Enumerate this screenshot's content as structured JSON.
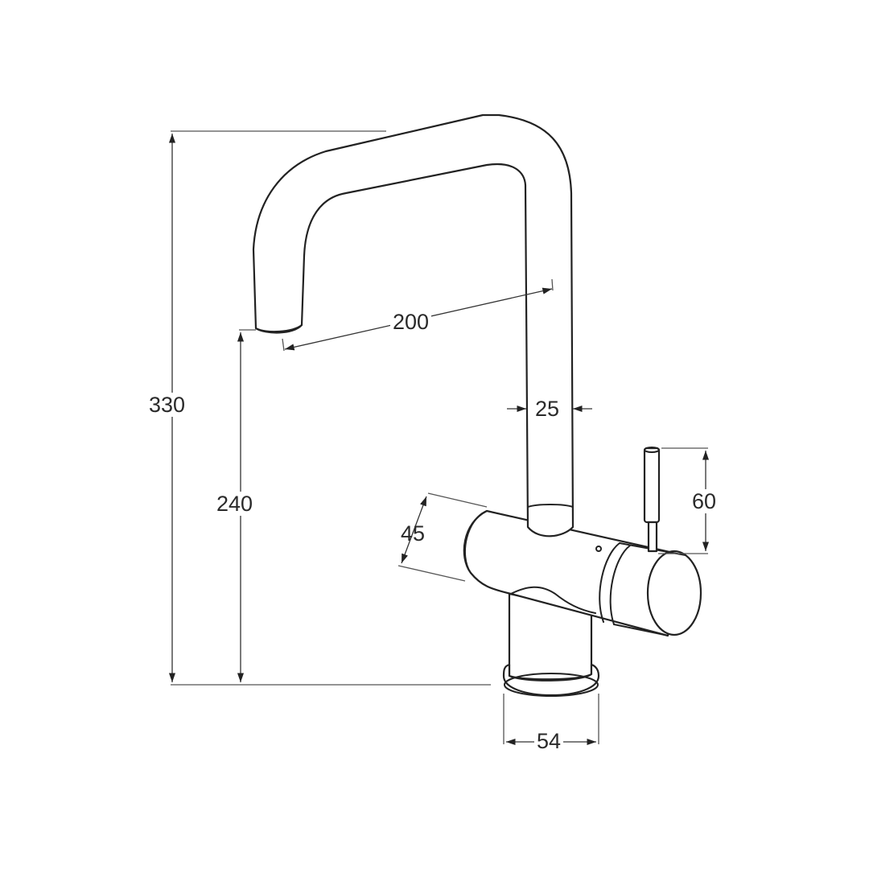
{
  "drawing": {
    "subject": "Kitchen mixer tap with U-shaped swivel spout, side lever handle and round base",
    "units": "mm",
    "line_color": "#222222",
    "background": "#ffffff"
  },
  "dimensions": {
    "overall_height": {
      "label": "330",
      "description": "Total height from base to top of spout"
    },
    "spout_height": {
      "label": "240",
      "description": "Height from base to spout outlet"
    },
    "spout_reach": {
      "label": "200",
      "description": "Reach from spout outlet to spout column"
    },
    "spout_diameter": {
      "label": "25",
      "description": "Spout tube diameter"
    },
    "handle_height": {
      "label": "60",
      "description": "Lever handle height"
    },
    "body_diameter": {
      "label": "45",
      "description": "Horizontal body diameter"
    },
    "base_diameter": {
      "label": "54",
      "description": "Base flange diameter"
    }
  }
}
